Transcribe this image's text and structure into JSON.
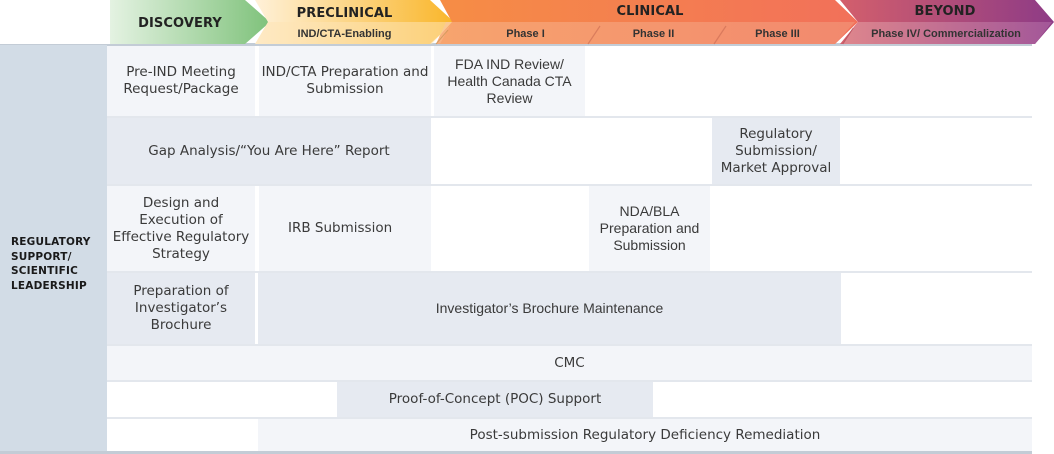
{
  "header": {
    "stages": [
      {
        "label": "DISCOVERY",
        "color_start": "#ffffff",
        "color_end": "#82c47e"
      },
      {
        "label": "PRECLINICAL",
        "sub": "IND/CTA-Enabling",
        "color_start": "#fde6c2",
        "color_end": "#f9b82c"
      },
      {
        "label": "CLINICAL",
        "sub_phases": [
          "Phase I",
          "Phase II",
          "Phase III"
        ],
        "color_start": "#f5894a",
        "color_end": "#f26c5a"
      },
      {
        "label": "BEYOND",
        "sub": "Phase IV/ Commercialization",
        "color_start": "#d35f6e",
        "color_end": "#8f3c86"
      }
    ]
  },
  "sidebar": {
    "title_lines": [
      "REGULATORY",
      "SUPPORT/",
      "SCIENTIFIC",
      "LEADERSHIP"
    ]
  },
  "rows": [
    {
      "cells": [
        {
          "text": "Pre-IND Meeting Request/Package"
        },
        {
          "text": "IND/CTA Preparation and Submission"
        },
        {
          "text": "FDA IND Review/ Health Canada CTA Review"
        }
      ]
    },
    {
      "cells": [
        {
          "text": "Gap Analysis/“You Are Here” Report"
        },
        {
          "text": "Regulatory Submission/ Market Approval"
        }
      ]
    },
    {
      "cells": [
        {
          "text": "Design and Execution of Effective Regulatory Strategy"
        },
        {
          "text": "IRB Submission"
        },
        {
          "text": "NDA/BLA Preparation and Submission"
        }
      ]
    },
    {
      "cells": [
        {
          "text": "Preparation of Investigator’s Brochure"
        },
        {
          "text": "Investigator’s Brochure Maintenance"
        }
      ]
    },
    {
      "cells": [
        {
          "text": "CMC"
        }
      ]
    },
    {
      "cells": [
        {
          "text": "Proof-of-Concept (POC) Support"
        }
      ]
    },
    {
      "cells": [
        {
          "text": "Post-submission Regulatory Deficiency Remediation"
        }
      ]
    }
  ],
  "colors": {
    "sidebar_bg": "#d2dce6",
    "cell_light": "#f3f5f9",
    "cell_mid": "#e6eaf1"
  }
}
